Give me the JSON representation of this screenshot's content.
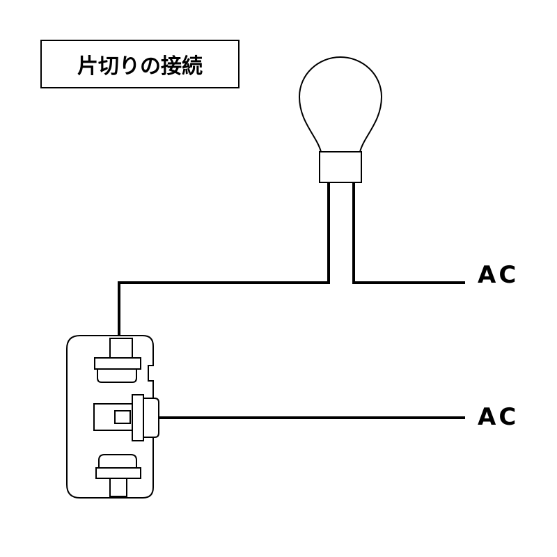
{
  "title": "片切りの接続",
  "labels": {
    "ac_top": "AC",
    "ac_bottom": "AC"
  },
  "colors": {
    "line": "#000000",
    "background": "#ffffff"
  },
  "components": [
    "light-bulb",
    "wall-switch-plate",
    "single-pole-switch"
  ]
}
